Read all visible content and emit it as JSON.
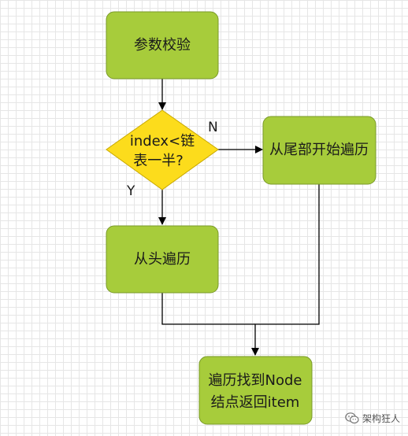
{
  "colors": {
    "process_fill": "#A7CC3B",
    "process_stroke": "#7A9A2A",
    "decision_fill": "#FCDC1C",
    "decision_stroke": "#C8A800",
    "connector": "#000000",
    "text": "#1a1a1a"
  },
  "nodes": {
    "validate": {
      "label": "参数校验"
    },
    "decision": {
      "line1": "index<链",
      "line2": "表一半?"
    },
    "from_tail": {
      "label": "从尾部开始遍历"
    },
    "from_head": {
      "label": "从头遍历"
    },
    "result": {
      "line1": "遍历找到Node",
      "line2": "结点返回item"
    }
  },
  "edges": {
    "no_label": "N",
    "yes_label": "Y"
  },
  "watermark": {
    "icon": "wechat-icon",
    "text": "架构狂人"
  }
}
